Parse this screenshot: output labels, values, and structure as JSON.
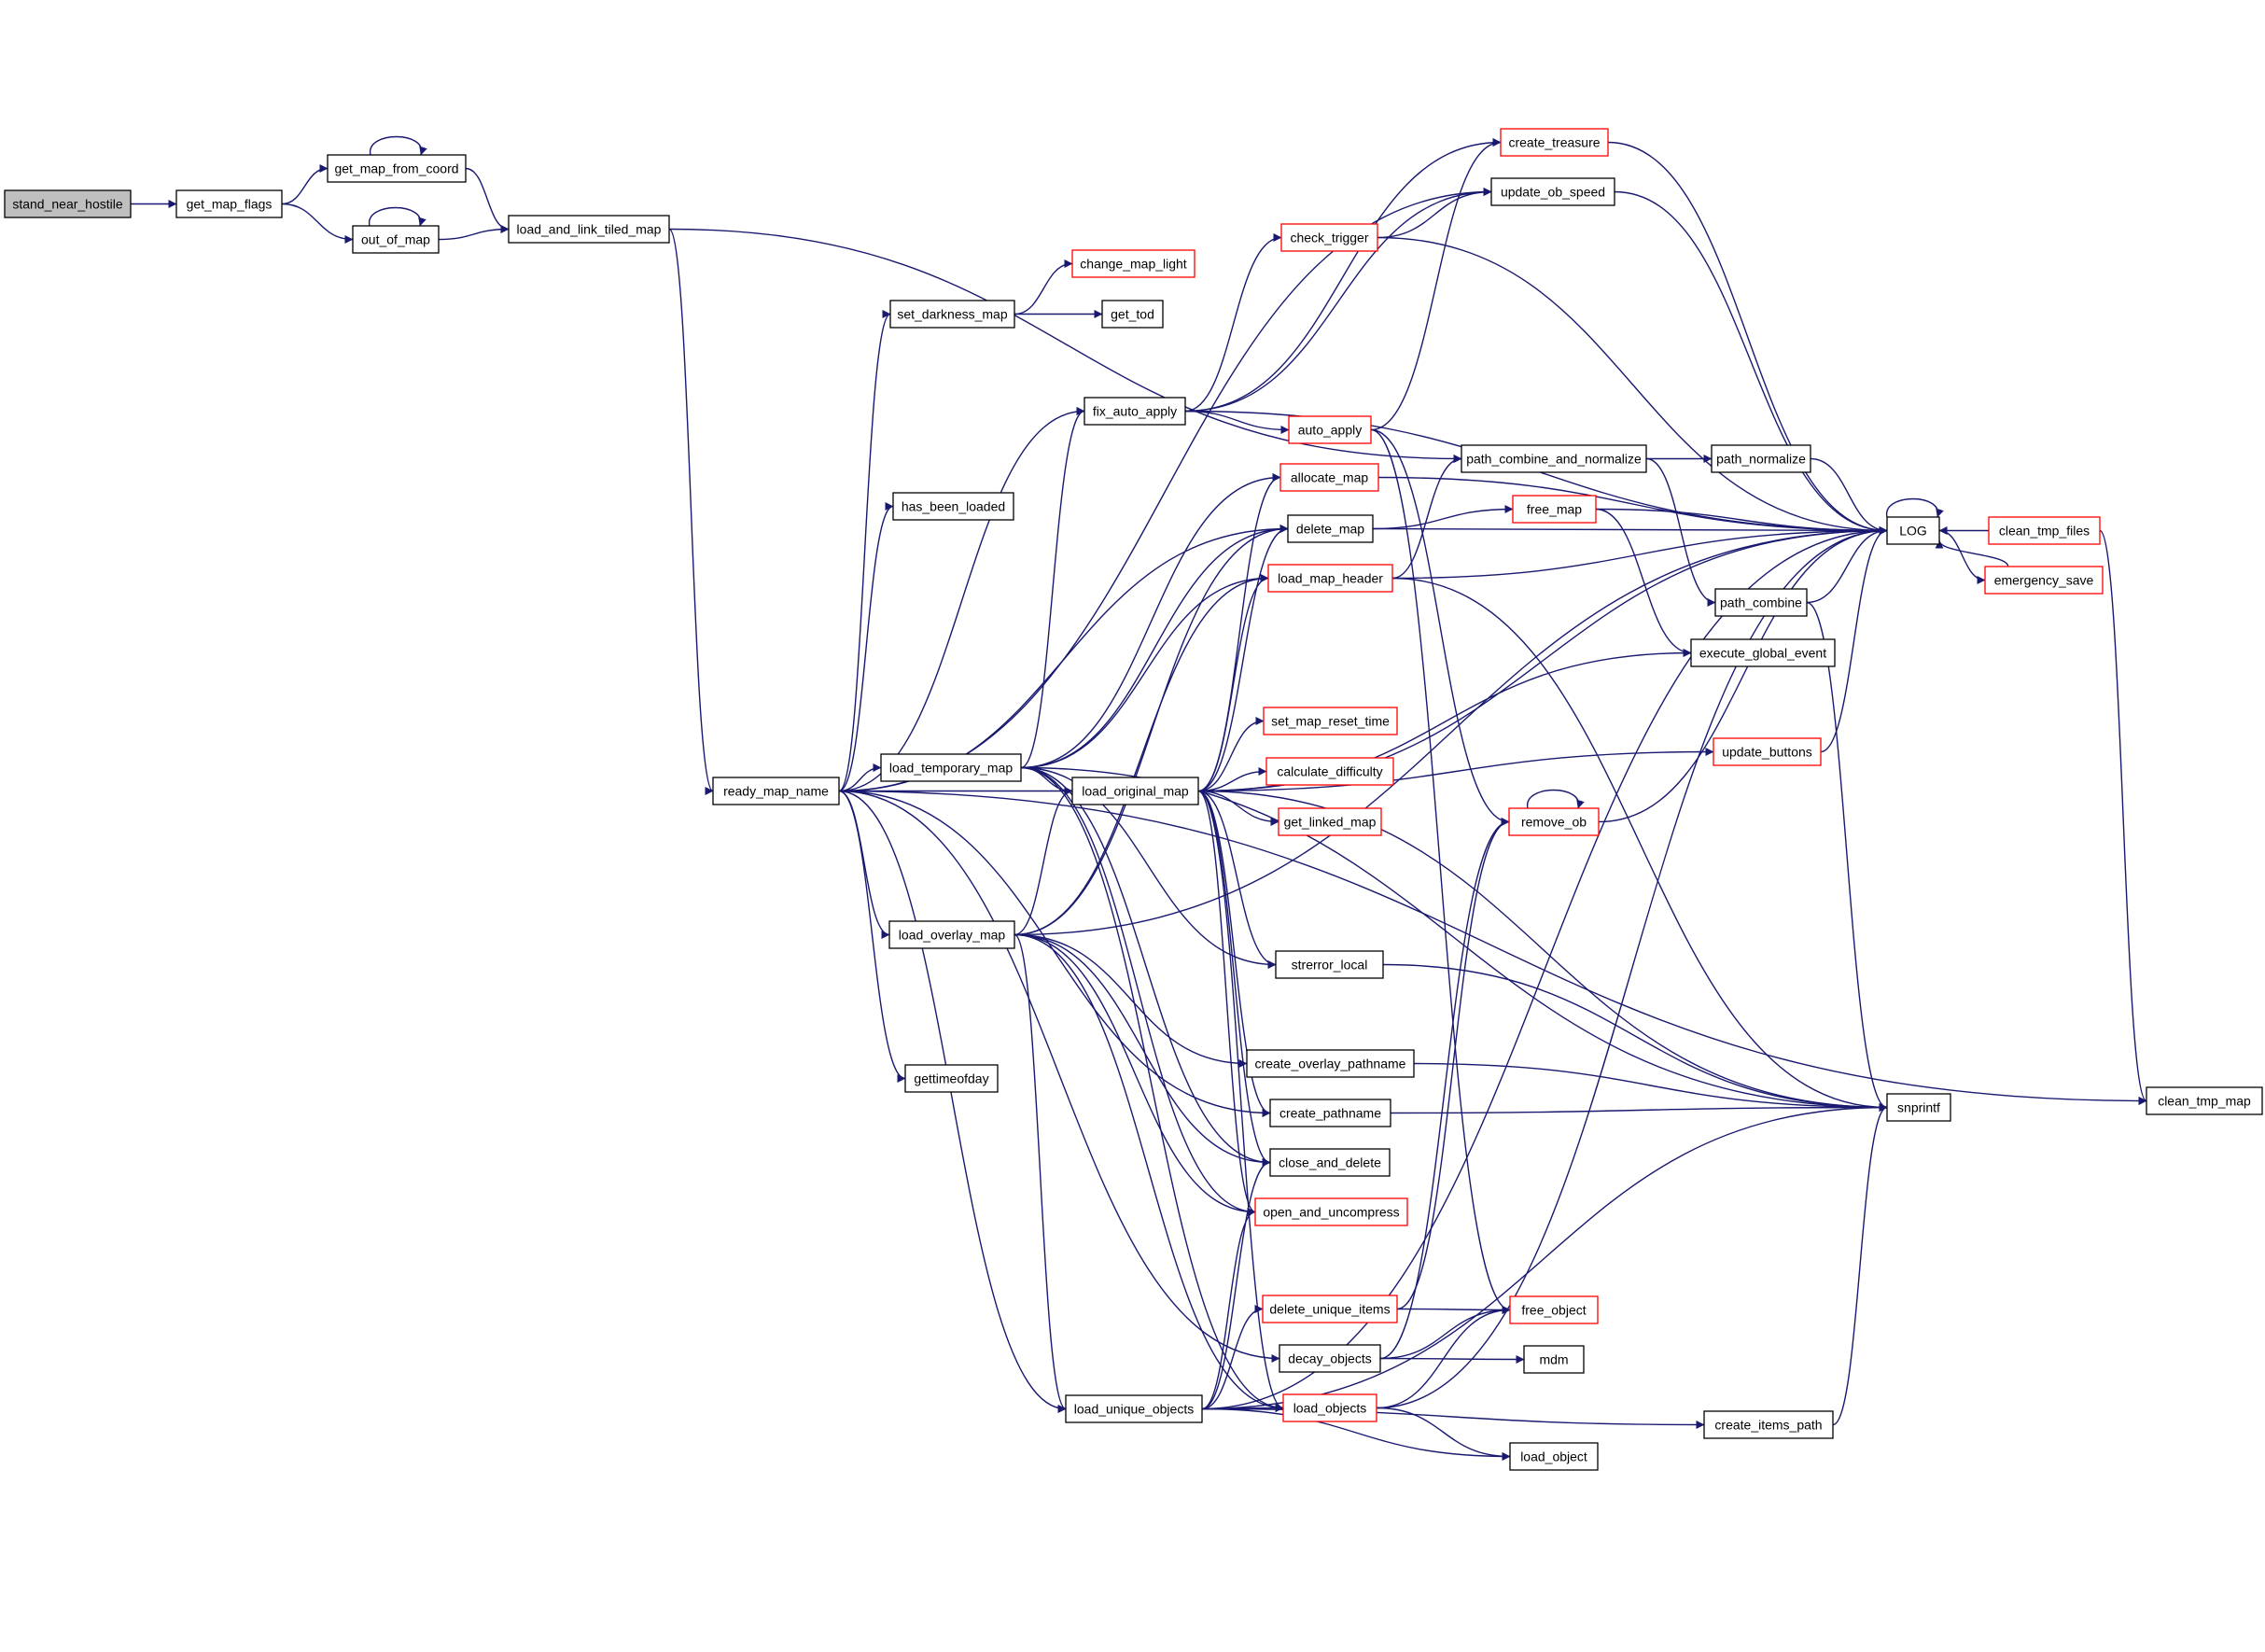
{
  "diagram": {
    "colors": {
      "edge": "#191970",
      "border_normal": "#000000",
      "border_truncated": "#ff0000",
      "fill_root": "#bfbfbf",
      "fill_node": "#ffffff",
      "text": "#000000"
    },
    "nodes": [
      {
        "id": "stand_near_hostile",
        "label": "stand_near_hostile",
        "kind": "root"
      },
      {
        "id": "get_map_flags",
        "label": "get_map_flags",
        "kind": "normal"
      },
      {
        "id": "get_map_from_coord",
        "label": "get_map_from_coord",
        "kind": "normal"
      },
      {
        "id": "out_of_map",
        "label": "out_of_map",
        "kind": "normal"
      },
      {
        "id": "load_and_link_tiled_map",
        "label": "load_and_link_tiled_map",
        "kind": "normal"
      },
      {
        "id": "ready_map_name",
        "label": "ready_map_name",
        "kind": "normal"
      },
      {
        "id": "set_darkness_map",
        "label": "set_darkness_map",
        "kind": "normal"
      },
      {
        "id": "change_map_light",
        "label": "change_map_light",
        "kind": "truncated"
      },
      {
        "id": "get_tod",
        "label": "get_tod",
        "kind": "normal"
      },
      {
        "id": "fix_auto_apply",
        "label": "fix_auto_apply",
        "kind": "normal"
      },
      {
        "id": "has_been_loaded",
        "label": "has_been_loaded",
        "kind": "normal"
      },
      {
        "id": "load_temporary_map",
        "label": "load_temporary_map",
        "kind": "normal"
      },
      {
        "id": "load_original_map",
        "label": "load_original_map",
        "kind": "normal"
      },
      {
        "id": "load_overlay_map",
        "label": "load_overlay_map",
        "kind": "normal"
      },
      {
        "id": "gettimeofday",
        "label": "gettimeofday",
        "kind": "normal"
      },
      {
        "id": "load_unique_objects",
        "label": "load_unique_objects",
        "kind": "normal"
      },
      {
        "id": "create_treasure",
        "label": "create_treasure",
        "kind": "truncated"
      },
      {
        "id": "update_ob_speed",
        "label": "update_ob_speed",
        "kind": "normal"
      },
      {
        "id": "check_trigger",
        "label": "check_trigger",
        "kind": "truncated"
      },
      {
        "id": "auto_apply",
        "label": "auto_apply",
        "kind": "truncated"
      },
      {
        "id": "allocate_map",
        "label": "allocate_map",
        "kind": "truncated"
      },
      {
        "id": "delete_map",
        "label": "delete_map",
        "kind": "normal"
      },
      {
        "id": "load_map_header",
        "label": "load_map_header",
        "kind": "truncated"
      },
      {
        "id": "set_map_reset_time",
        "label": "set_map_reset_time",
        "kind": "truncated"
      },
      {
        "id": "calculate_difficulty",
        "label": "calculate_difficulty",
        "kind": "truncated"
      },
      {
        "id": "get_linked_map",
        "label": "get_linked_map",
        "kind": "truncated"
      },
      {
        "id": "strerror_local",
        "label": "strerror_local",
        "kind": "normal"
      },
      {
        "id": "create_overlay_pathname",
        "label": "create_overlay_pathname",
        "kind": "normal"
      },
      {
        "id": "create_pathname",
        "label": "create_pathname",
        "kind": "normal"
      },
      {
        "id": "close_and_delete",
        "label": "close_and_delete",
        "kind": "normal"
      },
      {
        "id": "open_and_uncompress",
        "label": "open_and_uncompress",
        "kind": "truncated"
      },
      {
        "id": "delete_unique_items",
        "label": "delete_unique_items",
        "kind": "truncated"
      },
      {
        "id": "decay_objects",
        "label": "decay_objects",
        "kind": "normal"
      },
      {
        "id": "load_objects",
        "label": "load_objects",
        "kind": "truncated"
      },
      {
        "id": "path_combine_and_normalize",
        "label": "path_combine_and_normalize",
        "kind": "normal"
      },
      {
        "id": "path_normalize",
        "label": "path_normalize",
        "kind": "normal"
      },
      {
        "id": "free_map",
        "label": "free_map",
        "kind": "truncated"
      },
      {
        "id": "path_combine",
        "label": "path_combine",
        "kind": "normal"
      },
      {
        "id": "execute_global_event",
        "label": "execute_global_event",
        "kind": "normal"
      },
      {
        "id": "update_buttons",
        "label": "update_buttons",
        "kind": "truncated"
      },
      {
        "id": "remove_ob",
        "label": "remove_ob",
        "kind": "truncated"
      },
      {
        "id": "free_object",
        "label": "free_object",
        "kind": "truncated"
      },
      {
        "id": "mdm",
        "label": "mdm",
        "kind": "normal"
      },
      {
        "id": "load_object",
        "label": "load_object",
        "kind": "normal"
      },
      {
        "id": "create_items_path",
        "label": "create_items_path",
        "kind": "normal"
      },
      {
        "id": "LOG",
        "label": "LOG",
        "kind": "normal"
      },
      {
        "id": "snprintf",
        "label": "snprintf",
        "kind": "normal"
      },
      {
        "id": "clean_tmp_files",
        "label": "clean_tmp_files",
        "kind": "truncated"
      },
      {
        "id": "emergency_save",
        "label": "emergency_save",
        "kind": "truncated"
      },
      {
        "id": "clean_tmp_map",
        "label": "clean_tmp_map",
        "kind": "normal"
      }
    ],
    "edges": [
      [
        "stand_near_hostile",
        "get_map_flags"
      ],
      [
        "get_map_flags",
        "get_map_from_coord"
      ],
      [
        "get_map_flags",
        "out_of_map"
      ],
      [
        "get_map_from_coord",
        "get_map_from_coord"
      ],
      [
        "get_map_from_coord",
        "load_and_link_tiled_map"
      ],
      [
        "out_of_map",
        "out_of_map"
      ],
      [
        "out_of_map",
        "load_and_link_tiled_map"
      ],
      [
        "load_and_link_tiled_map",
        "ready_map_name"
      ],
      [
        "load_and_link_tiled_map",
        "path_combine_and_normalize"
      ],
      [
        "ready_map_name",
        "set_darkness_map"
      ],
      [
        "ready_map_name",
        "fix_auto_apply"
      ],
      [
        "ready_map_name",
        "has_been_loaded"
      ],
      [
        "ready_map_name",
        "load_temporary_map"
      ],
      [
        "ready_map_name",
        "load_original_map"
      ],
      [
        "ready_map_name",
        "load_overlay_map"
      ],
      [
        "ready_map_name",
        "gettimeofday"
      ],
      [
        "ready_map_name",
        "delete_map"
      ],
      [
        "ready_map_name",
        "create_pathname"
      ],
      [
        "ready_map_name",
        "decay_objects"
      ],
      [
        "ready_map_name",
        "load_unique_objects"
      ],
      [
        "ready_map_name",
        "clean_tmp_map"
      ],
      [
        "ready_map_name",
        "update_ob_speed"
      ],
      [
        "set_darkness_map",
        "change_map_light"
      ],
      [
        "set_darkness_map",
        "get_tod"
      ],
      [
        "fix_auto_apply",
        "auto_apply"
      ],
      [
        "fix_auto_apply",
        "create_treasure"
      ],
      [
        "fix_auto_apply",
        "check_trigger"
      ],
      [
        "fix_auto_apply",
        "update_ob_speed"
      ],
      [
        "fix_auto_apply",
        "LOG"
      ],
      [
        "load_temporary_map",
        "load_original_map"
      ],
      [
        "load_temporary_map",
        "fix_auto_apply"
      ],
      [
        "load_temporary_map",
        "allocate_map"
      ],
      [
        "load_temporary_map",
        "delete_map"
      ],
      [
        "load_temporary_map",
        "load_map_header"
      ],
      [
        "load_temporary_map",
        "close_and_delete"
      ],
      [
        "load_temporary_map",
        "open_and_uncompress"
      ],
      [
        "load_temporary_map",
        "load_objects"
      ],
      [
        "load_temporary_map",
        "snprintf"
      ],
      [
        "load_temporary_map",
        "strerror_local"
      ],
      [
        "load_original_map",
        "allocate_map"
      ],
      [
        "load_original_map",
        "delete_map"
      ],
      [
        "load_original_map",
        "load_map_header"
      ],
      [
        "load_original_map",
        "set_map_reset_time"
      ],
      [
        "load_original_map",
        "calculate_difficulty"
      ],
      [
        "load_original_map",
        "get_linked_map"
      ],
      [
        "load_original_map",
        "strerror_local"
      ],
      [
        "load_original_map",
        "create_pathname"
      ],
      [
        "load_original_map",
        "close_and_delete"
      ],
      [
        "load_original_map",
        "open_and_uncompress"
      ],
      [
        "load_original_map",
        "load_objects"
      ],
      [
        "load_original_map",
        "snprintf"
      ],
      [
        "load_original_map",
        "execute_global_event"
      ],
      [
        "load_original_map",
        "LOG"
      ],
      [
        "load_original_map",
        "update_buttons"
      ],
      [
        "load_overlay_map",
        "load_original_map"
      ],
      [
        "load_overlay_map",
        "delete_map"
      ],
      [
        "load_overlay_map",
        "load_map_header"
      ],
      [
        "load_overlay_map",
        "create_overlay_pathname"
      ],
      [
        "load_overlay_map",
        "close_and_delete"
      ],
      [
        "load_overlay_map",
        "open_and_uncompress"
      ],
      [
        "load_overlay_map",
        "load_objects"
      ],
      [
        "load_overlay_map",
        "load_unique_objects"
      ],
      [
        "load_overlay_map",
        "LOG"
      ],
      [
        "load_unique_objects",
        "delete_unique_items"
      ],
      [
        "load_unique_objects",
        "load_objects"
      ],
      [
        "load_unique_objects",
        "close_and_delete"
      ],
      [
        "load_unique_objects",
        "open_and_uncompress"
      ],
      [
        "load_unique_objects",
        "load_object"
      ],
      [
        "load_unique_objects",
        "create_items_path"
      ],
      [
        "load_unique_objects",
        "LOG"
      ],
      [
        "load_unique_objects",
        "snprintf"
      ],
      [
        "check_trigger",
        "update_ob_speed"
      ],
      [
        "check_trigger",
        "LOG"
      ],
      [
        "auto_apply",
        "create_treasure"
      ],
      [
        "auto_apply",
        "remove_ob"
      ],
      [
        "auto_apply",
        "free_object"
      ],
      [
        "allocate_map",
        "LOG"
      ],
      [
        "delete_map",
        "free_map"
      ],
      [
        "delete_map",
        "LOG"
      ],
      [
        "load_map_header",
        "LOG"
      ],
      [
        "load_map_header",
        "path_combine_and_normalize"
      ],
      [
        "load_map_header",
        "snprintf"
      ],
      [
        "create_overlay_pathname",
        "snprintf"
      ],
      [
        "create_pathname",
        "snprintf"
      ],
      [
        "strerror_local",
        "snprintf"
      ],
      [
        "delete_unique_items",
        "free_object"
      ],
      [
        "delete_unique_items",
        "remove_ob"
      ],
      [
        "decay_objects",
        "free_object"
      ],
      [
        "decay_objects",
        "mdm"
      ],
      [
        "decay_objects",
        "remove_ob"
      ],
      [
        "load_objects",
        "load_object"
      ],
      [
        "load_objects",
        "free_object"
      ],
      [
        "load_objects",
        "LOG"
      ],
      [
        "path_combine_and_normalize",
        "path_normalize"
      ],
      [
        "path_combine_and_normalize",
        "path_combine"
      ],
      [
        "path_normalize",
        "LOG"
      ],
      [
        "path_combine",
        "LOG"
      ],
      [
        "path_combine",
        "snprintf"
      ],
      [
        "free_map",
        "LOG"
      ],
      [
        "free_map",
        "execute_global_event"
      ],
      [
        "update_buttons",
        "LOG"
      ],
      [
        "remove_ob",
        "remove_ob"
      ],
      [
        "remove_ob",
        "LOG"
      ],
      [
        "create_items_path",
        "snprintf"
      ],
      [
        "update_ob_speed",
        "LOG"
      ],
      [
        "create_treasure",
        "LOG"
      ],
      [
        "LOG",
        "LOG"
      ],
      [
        "LOG",
        "emergency_save"
      ],
      [
        "clean_tmp_files",
        "LOG"
      ],
      [
        "clean_tmp_files",
        "clean_tmp_map"
      ],
      [
        "emergency_save",
        "LOG"
      ]
    ]
  }
}
